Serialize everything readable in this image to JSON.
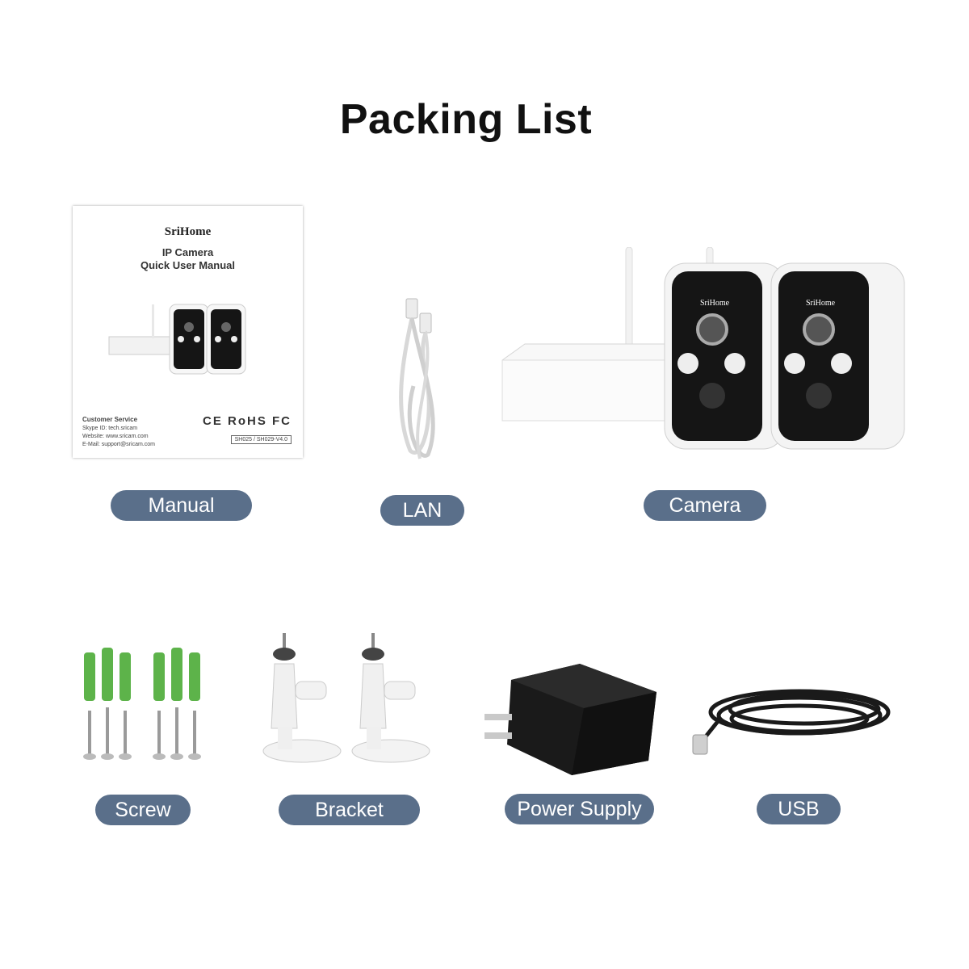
{
  "title": "Packing List",
  "manual": {
    "brand": "SriHome",
    "line1": "IP Camera",
    "line2": "Quick User Manual",
    "customer_service": "Customer Service",
    "skype": "Skype ID: tech.sricam",
    "website": "Website: www.sricam.com",
    "email": "E-Mail: support@sricam.com",
    "marks": "CE RoHS FC",
    "model": "SH025 / SH029-V4.0"
  },
  "camera_brand": "SriHome",
  "labels": {
    "manual": "Manual",
    "lan": "LAN",
    "camera": "Camera",
    "screw": "Screw",
    "bracket": "Bracket",
    "power_supply": "Power Supply",
    "usb": "USB"
  },
  "colors": {
    "pill": "#5a6f8a",
    "anchor_green": "#5db34a",
    "camera_face": "#151515"
  },
  "icons": [
    "manual-icon",
    "lan-cable-icon",
    "camera-kit-icon",
    "screw-set-icon",
    "bracket-icon",
    "power-adapter-icon",
    "usb-cable-icon"
  ]
}
